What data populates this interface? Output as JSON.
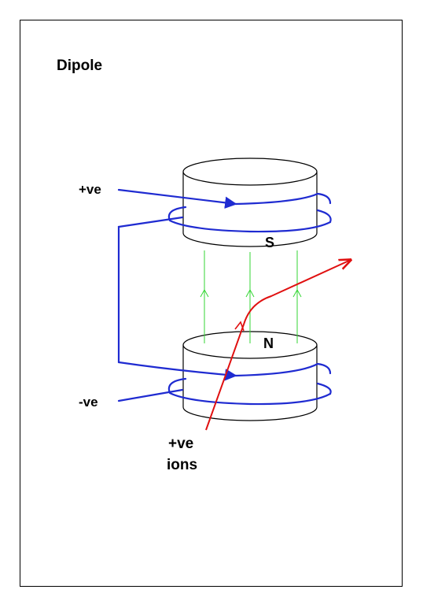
{
  "title": "Dipole",
  "labels": {
    "positive_terminal": "+ve",
    "negative_terminal": "-ve",
    "south_pole": "S",
    "north_pole": "N",
    "ions_line1": "+ve",
    "ions_line2": "ions"
  },
  "colors": {
    "coil": "#1f2bd1",
    "field_lines": "#33d633",
    "ion_path": "#e01010",
    "outline": "#000000"
  }
}
